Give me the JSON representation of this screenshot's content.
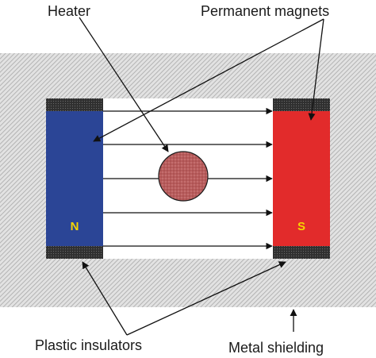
{
  "labels": {
    "heater": "Heater",
    "permanent_magnets": "Permanent magnets",
    "plastic_insulators": "Plastic insulators",
    "metal_shielding": "Metal shielding"
  },
  "poles": {
    "north": "N",
    "south": "S"
  },
  "colors": {
    "north_magnet": "#2b4596",
    "south_magnet": "#e22b2b",
    "heater": "#b85c5c",
    "insulator": "#3c3c3c",
    "shielding_hatch": "#a8a8a8"
  },
  "field_lines": 5
}
